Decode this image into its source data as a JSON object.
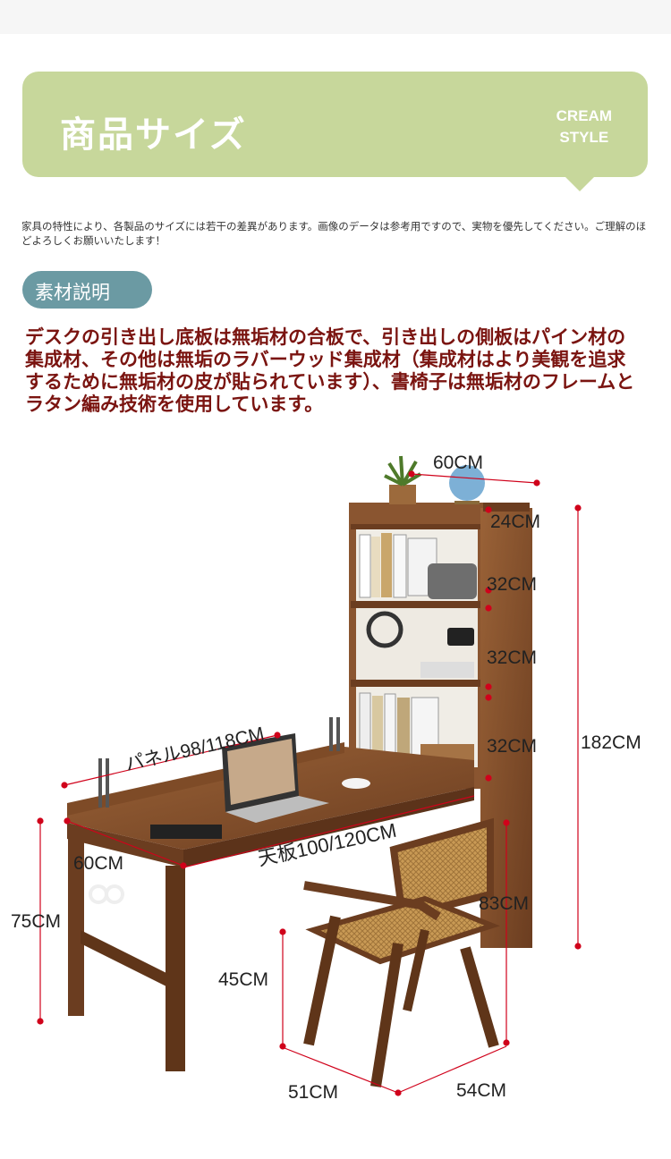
{
  "banner": {
    "title": "商品サイズ",
    "sub_line1": "CREAM",
    "sub_line2": "STYLE"
  },
  "notice": "家具の特性により、各製品のサイズには若干の差異があります。画像のデータは参考用ですので、実物を優先してください。ご理解のほどよろしくお願いいたします！",
  "section": {
    "pill_label": "素材説明",
    "material_text": "デスクの引き出し底板は無垢材の合板で、引き出しの側板はパイン材の集成材、その他は無垢のラバーウッド集成材（集成材はより美観を追求するために無垢材の皮が貼られています）、書椅子は無垢材のフレームとラタン編み技術を使用しています。"
  },
  "dimensions": {
    "shelf_depth": "60CM",
    "shelf_top": "24CM",
    "shelf_2": "32CM",
    "shelf_3": "32CM",
    "shelf_4": "32CM",
    "total_height": "182CM",
    "panel": "パネル98/118CM",
    "tabletop": "天板100/120CM",
    "desk_depth": "60CM",
    "desk_height": "75CM",
    "chair_height": "83CM",
    "seat_height": "45CM",
    "chair_depth": "51CM",
    "chair_width": "54CM"
  },
  "colors": {
    "banner": "#c7d79b",
    "pill": "#6b9aa3",
    "material_text": "#7a1410",
    "wood": "#7b4a28",
    "marker": "#d0021b"
  }
}
